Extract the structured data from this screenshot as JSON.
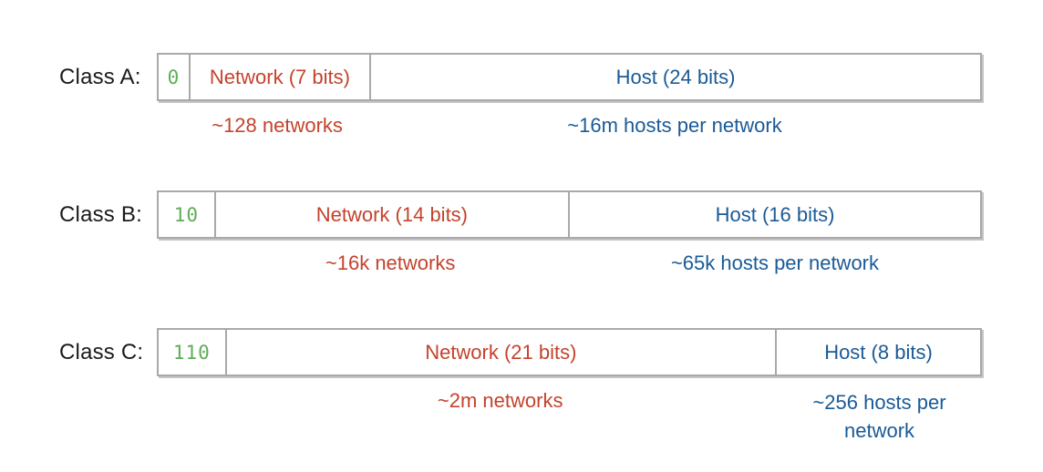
{
  "colors": {
    "prefix_green": "#5ead57",
    "network_red": "#c4432c",
    "host_blue": "#1a5a96",
    "box_border_gray": "#a9a9a9",
    "label_black": "#1b1b1b"
  },
  "rows": [
    {
      "label": "Class A:",
      "prefix": "0",
      "network": "Network (7 bits)",
      "host": "Host (24 bits)",
      "network_note": "~128 networks",
      "host_note": "~16m hosts per network"
    },
    {
      "label": "Class B:",
      "prefix": "10",
      "network": "Network (14 bits)",
      "host": "Host (16 bits)",
      "network_note": "~16k networks",
      "host_note": "~65k hosts per network"
    },
    {
      "label": "Class C:",
      "prefix": "110",
      "network": "Network (21 bits)",
      "host": "Host (8 bits)",
      "network_note": "~2m networks",
      "host_note": "~256 hosts per network"
    }
  ]
}
